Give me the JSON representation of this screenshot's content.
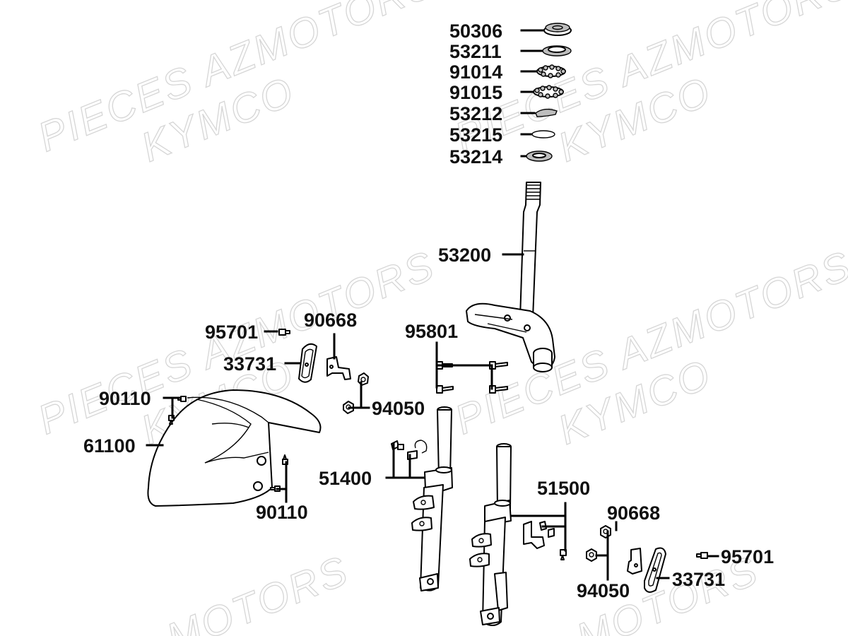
{
  "watermark": {
    "line1": "PIECES AZMOTORS",
    "line2": "KYMCO",
    "fragment": "MOTORS"
  },
  "labels": {
    "p50306": "50306",
    "p53211": "53211",
    "p91014": "91014",
    "p91015": "91015",
    "p53212": "53212",
    "p53215": "53215",
    "p53214": "53214",
    "p53200": "53200",
    "p95701_left": "95701",
    "p90668_left": "90668",
    "p33731_left": "33731",
    "p95801": "95801",
    "p90110_top": "90110",
    "p94050_left": "94050",
    "p61100": "61100",
    "p51400": "51400",
    "p90110_bottom": "90110",
    "p51500": "51500",
    "p90668_right": "90668",
    "p95701_right": "95701",
    "p33731_right": "33731",
    "p94050_right": "94050"
  }
}
